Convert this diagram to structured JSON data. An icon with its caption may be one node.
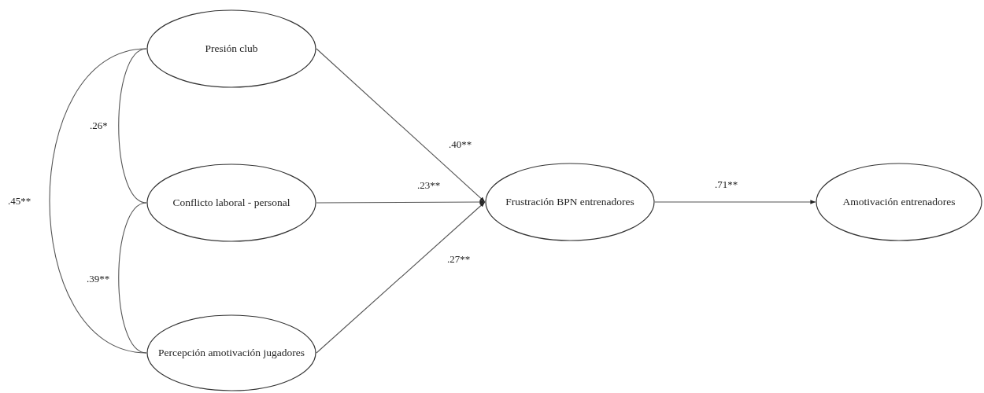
{
  "diagram": {
    "nodes": [
      {
        "text": [
          "Presión club"
        ]
      },
      {
        "text": [
          "Conflicto laboral - personal"
        ]
      },
      {
        "text": [
          "Percepción amotivación jugadores"
        ]
      },
      {
        "text": [
          "Frustración BPN entrenadores"
        ]
      },
      {
        "text": [
          "Amotivación entrenadores"
        ]
      }
    ],
    "edges": [
      {
        "from": 0,
        "to": 1,
        "arrow": "none",
        "label": ".26*"
      },
      {
        "from": 0,
        "to": 2,
        "arrow": "none",
        "label": ".45**"
      },
      {
        "from": 1,
        "to": 2,
        "arrow": "none",
        "label": ".39**"
      },
      {
        "from": 0,
        "to": 3,
        "arrow": "to",
        "label": ".40**"
      },
      {
        "from": 1,
        "to": 3,
        "arrow": "to",
        "label": ".23**"
      },
      {
        "from": 2,
        "to": 3,
        "arrow": "to",
        "label": ".27**"
      },
      {
        "from": 3,
        "to": 4,
        "arrow": "to",
        "label": ".71**"
      }
    ]
  }
}
